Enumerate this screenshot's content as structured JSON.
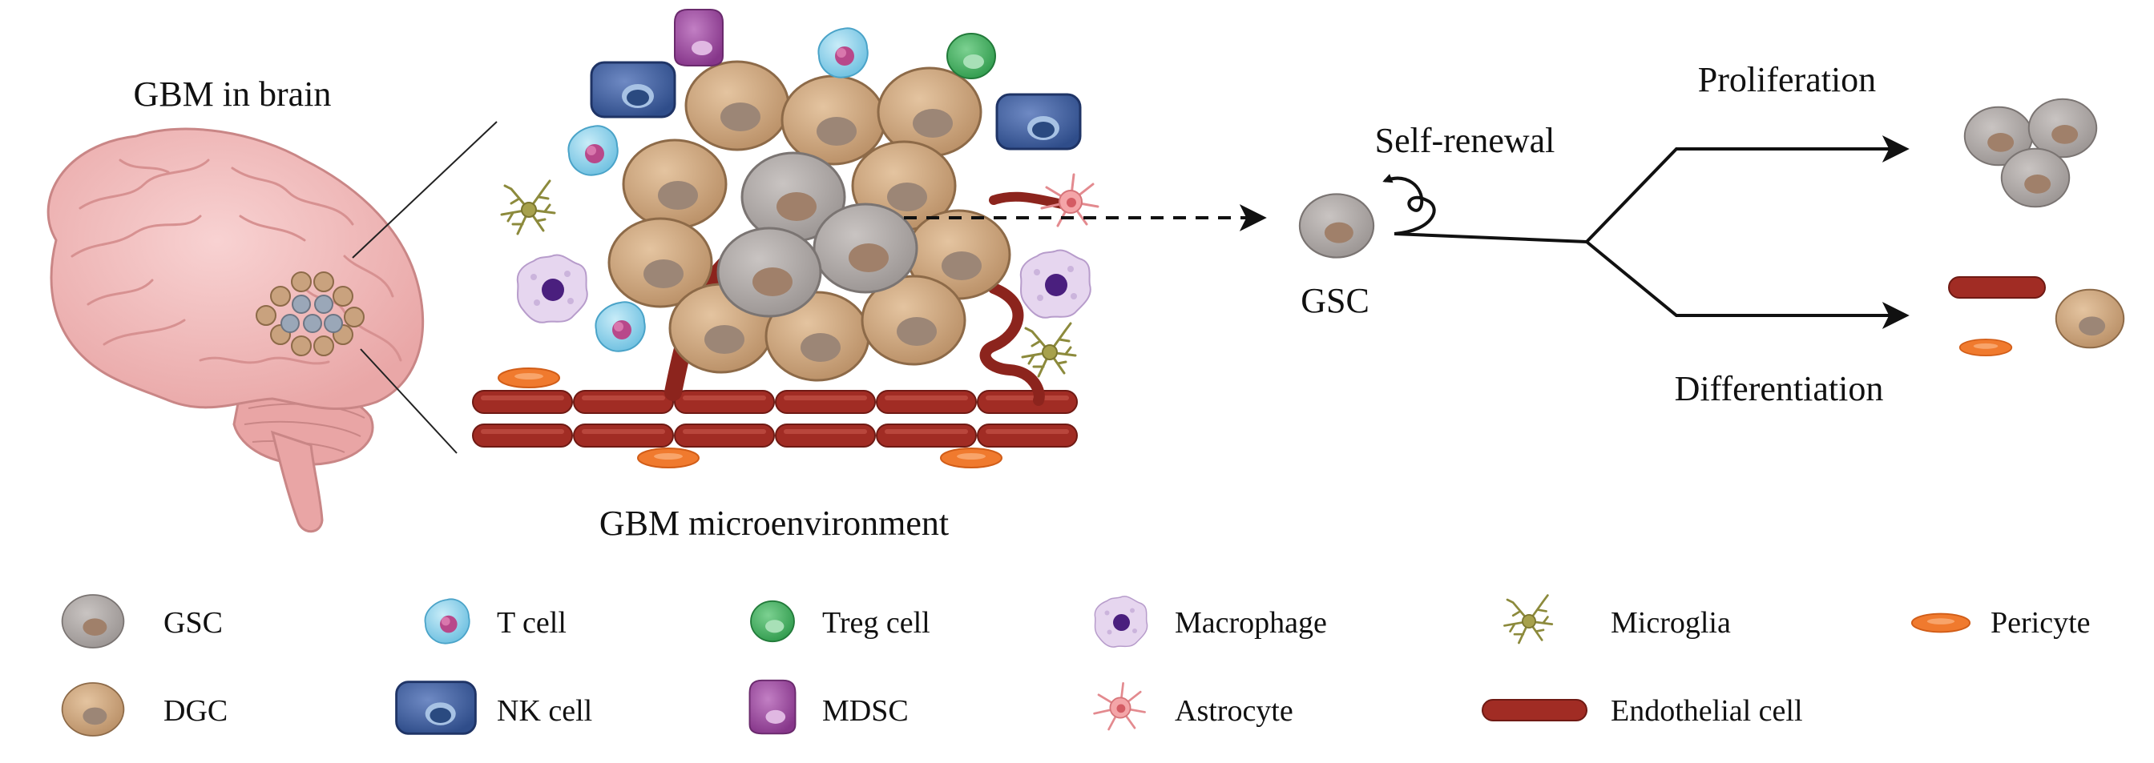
{
  "labels": {
    "gbm_in_brain": "GBM in brain",
    "gbm_microenvironment": "GBM microenvironment",
    "self_renewal": "Self-renewal",
    "gsc": "GSC",
    "proliferation": "Proliferation",
    "differentiation": "Differentiation"
  },
  "legend": {
    "gsc": "GSC",
    "dgc": "DGC",
    "t_cell": "T cell",
    "nk_cell": "NK cell",
    "treg_cell": "Treg cell",
    "mdsc": "MDSC",
    "macrophage": "Macrophage",
    "astrocyte": "Astrocyte",
    "microglia": "Microglia",
    "endothelial_cell": "Endothelial cell",
    "pericyte": "Pericyte"
  },
  "colors": {
    "gsc_fill": "#a9a4a3",
    "dgc_fill": "#c9a27e",
    "nk_fill": "#3e5f9e",
    "treg_fill": "#3fae5e",
    "mdsc_fill": "#9b4e9e",
    "t_cell_fill": "#7ec9e6",
    "macrophage_fill": "#d9c6e4",
    "vessel": "#9b2a22",
    "pericyte": "#f07a2e",
    "brain": "#f2bcbc"
  }
}
